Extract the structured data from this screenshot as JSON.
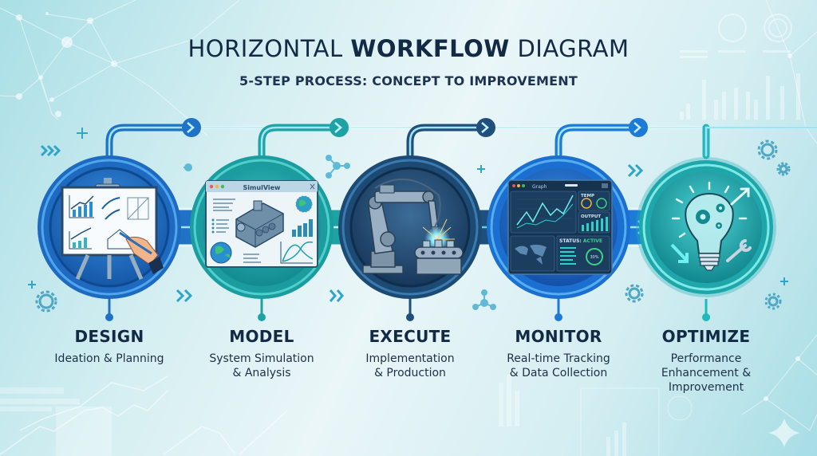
{
  "header": {
    "title_part1": "HORIZONTAL ",
    "title_bold": "WORKFLOW",
    "title_part2": " DIAGRAM",
    "subtitle": "5-STEP PROCESS: CONCEPT TO IMPROVEMENT"
  },
  "colors": {
    "title": "#132a45",
    "blue": "#1e73c8",
    "teal": "#1aa3a6",
    "dark_navy": "#1d4f7a",
    "cyan": "#2bc0c8"
  },
  "steps": [
    {
      "id": "design",
      "title": "DESIGN",
      "description": "Ideation & Planning",
      "icon": "easel-whiteboard-icon",
      "ring_color": "#1e6fc2"
    },
    {
      "id": "model",
      "title": "MODEL",
      "description": "System Simulation\n& Analysis",
      "icon": "simulation-window-icon",
      "ring_color": "#1fa2a4",
      "window_title": "SimulView"
    },
    {
      "id": "execute",
      "title": "EXECUTE",
      "description": "Implementation\n& Production",
      "icon": "robot-arm-icon",
      "ring_color": "#1f4e78"
    },
    {
      "id": "monitor",
      "title": "MONITOR",
      "description": "Real-time Tracking\n& Data Collection",
      "icon": "dashboard-icon",
      "ring_color": "#1a6fd0",
      "dashboard": {
        "window_title": "Graph",
        "temp_label": "TEMP",
        "output_label": "OUTPUT",
        "status_label": "STATUS:",
        "status_value": "ACTIVE",
        "gauge_value": "30%"
      }
    },
    {
      "id": "optimize",
      "title": "OPTIMIZE",
      "description": "Performance\nEnhancement &\nImprovement",
      "icon": "lightbulb-gears-icon",
      "ring_color": "#22b7bb"
    }
  ]
}
